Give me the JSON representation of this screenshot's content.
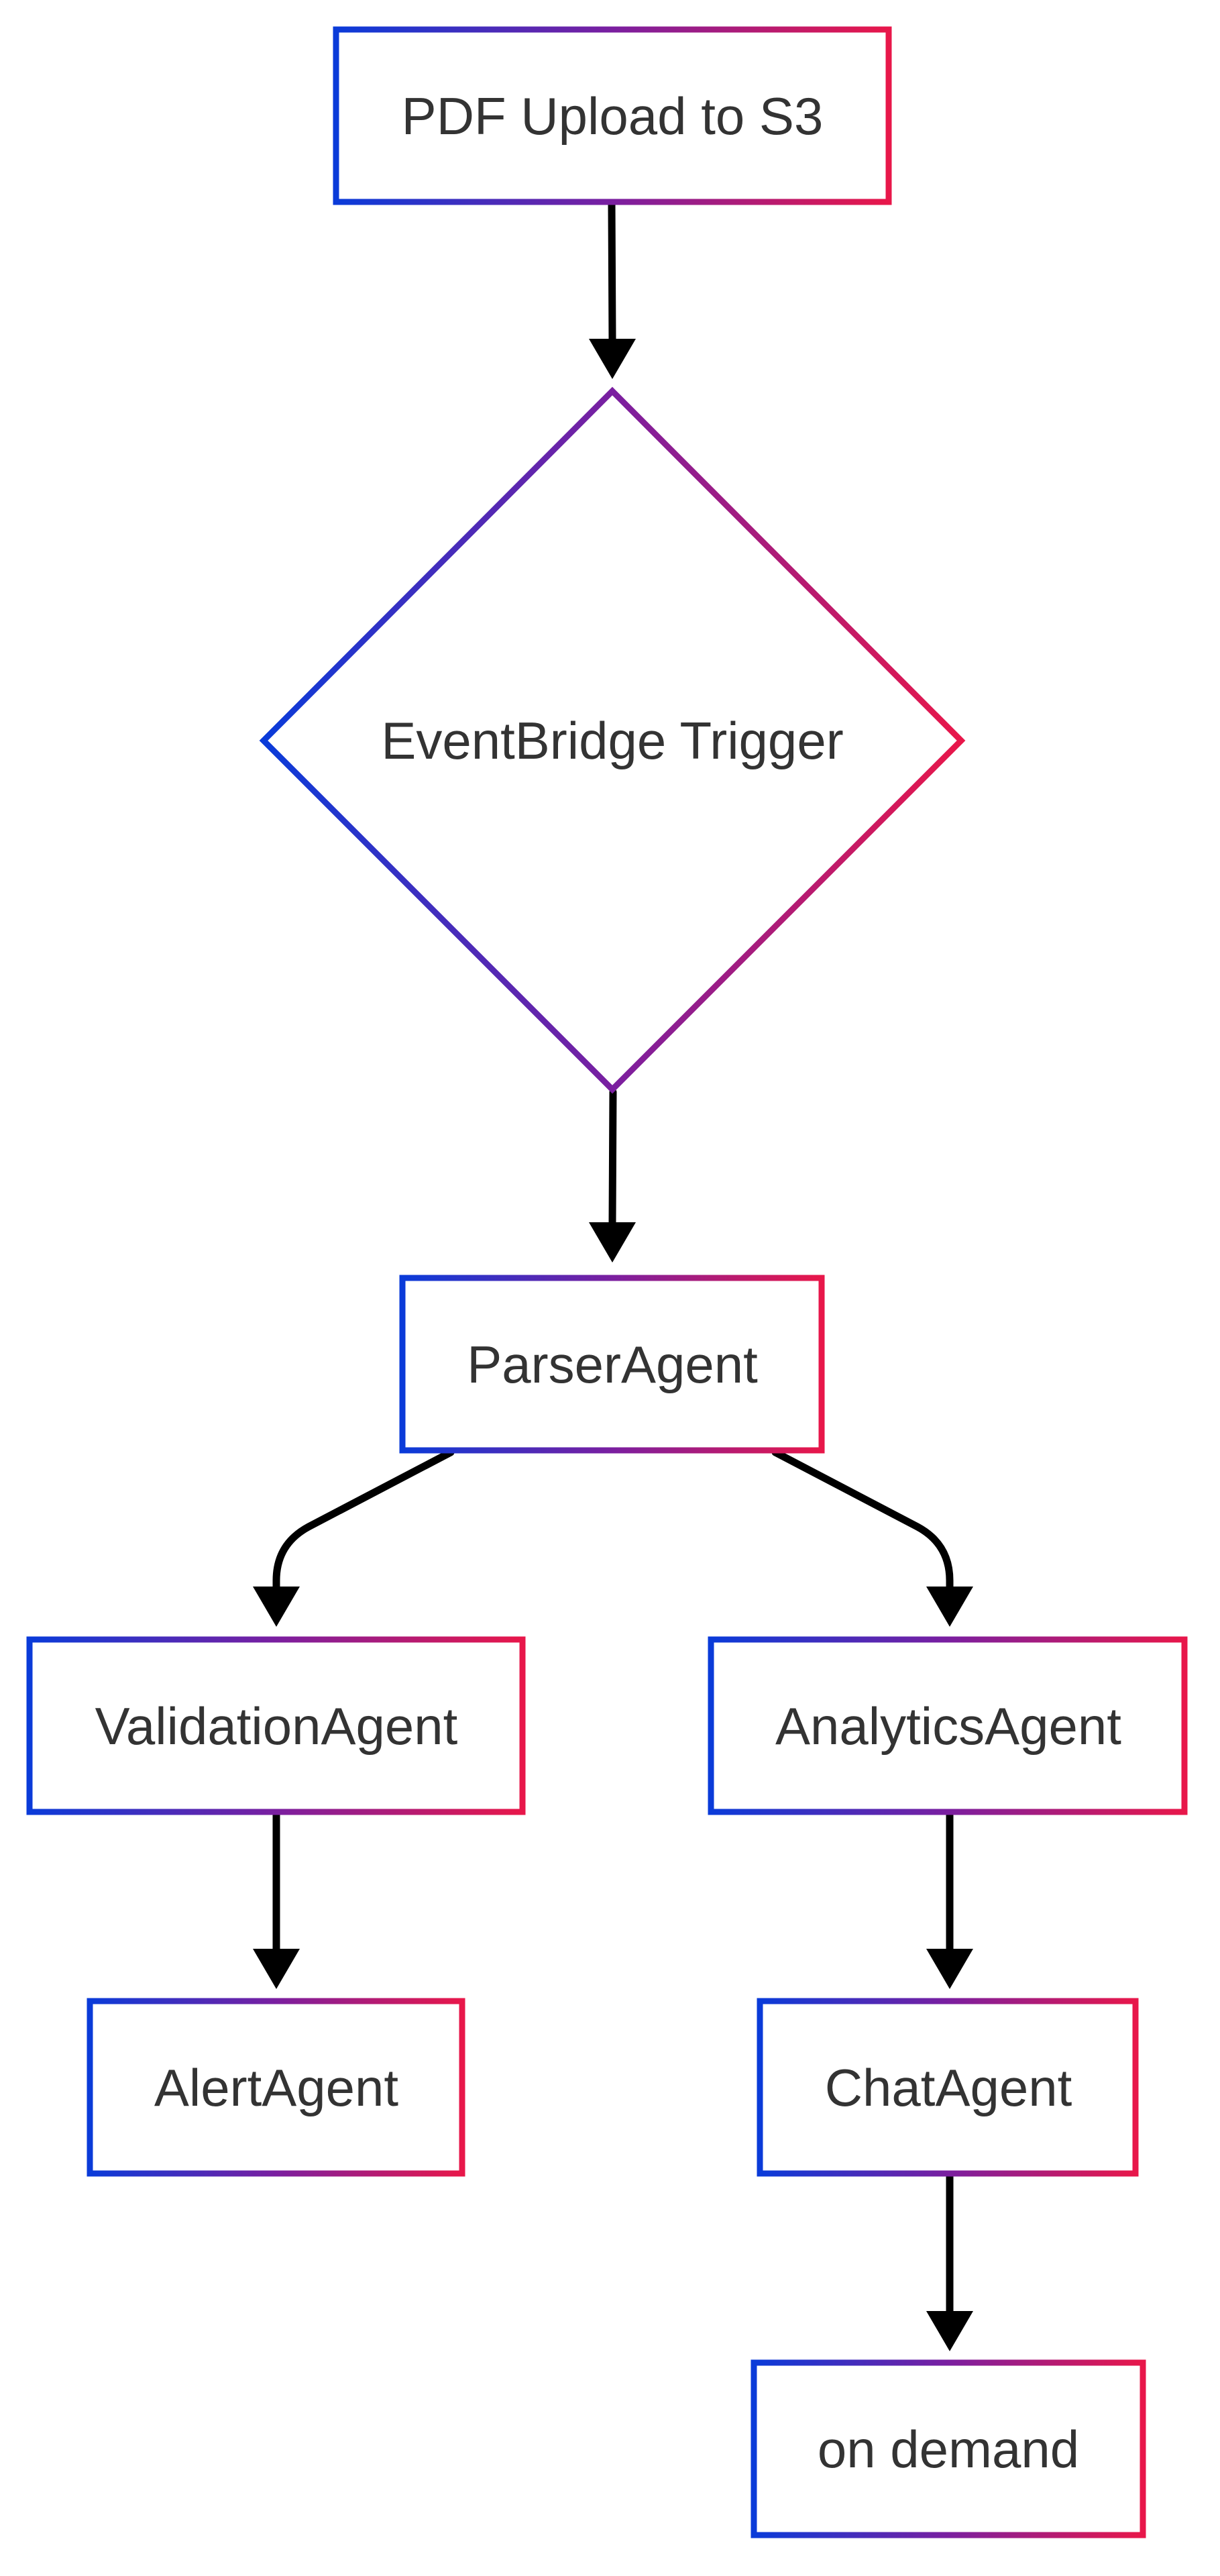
{
  "diagram": {
    "colors": {
      "gradient_start": "#0a3bd9",
      "gradient_mid": "#7a1fa0",
      "gradient_end": "#e8174a",
      "edge": "#000000",
      "text": "#333333",
      "background": "#ffffff"
    },
    "nodes": {
      "pdf_upload": {
        "label": "PDF Upload to S3",
        "shape": "rectangle"
      },
      "eventbridge": {
        "label": "EventBridge Trigger",
        "shape": "diamond"
      },
      "parser": {
        "label": "ParserAgent",
        "shape": "rectangle"
      },
      "validation": {
        "label": "ValidationAgent",
        "shape": "rectangle"
      },
      "analytics": {
        "label": "AnalyticsAgent",
        "shape": "rectangle"
      },
      "alert": {
        "label": "AlertAgent",
        "shape": "rectangle"
      },
      "chat": {
        "label": "ChatAgent",
        "shape": "rectangle"
      },
      "on_demand": {
        "label": "on demand",
        "shape": "rectangle"
      }
    },
    "edges": [
      {
        "from": "pdf_upload",
        "to": "eventbridge"
      },
      {
        "from": "eventbridge",
        "to": "parser"
      },
      {
        "from": "parser",
        "to": "validation"
      },
      {
        "from": "parser",
        "to": "analytics"
      },
      {
        "from": "validation",
        "to": "alert"
      },
      {
        "from": "analytics",
        "to": "chat"
      },
      {
        "from": "chat",
        "to": "on_demand"
      }
    ]
  }
}
